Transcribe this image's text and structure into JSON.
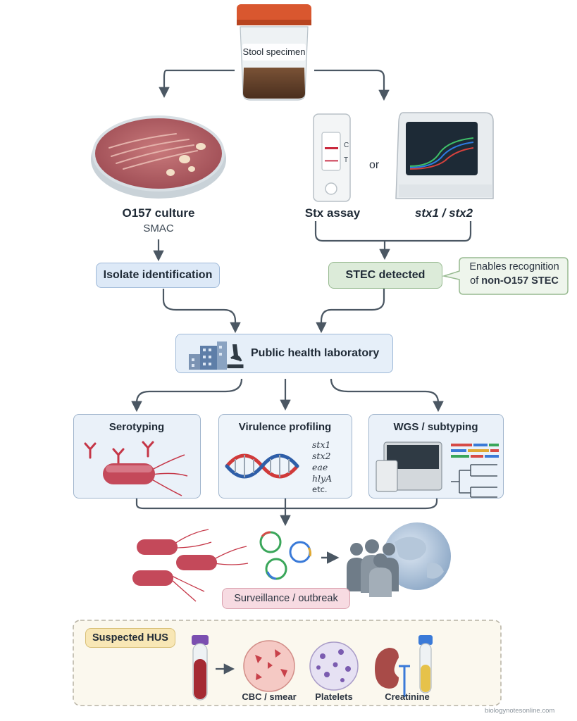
{
  "specimen": {
    "label": "Stool specimen"
  },
  "left_branch": {
    "title": "O157 culture",
    "subtitle": "SMAC",
    "step": "Isolate identification"
  },
  "right_branch": {
    "assay_label": "Stx assay",
    "or_text": "or",
    "pcr_label": "stx1 / stx2",
    "strip_c": "C",
    "strip_t": "T",
    "step": "STEC detected",
    "note_line1": "Enables recognition",
    "note_line2_prefix": "of",
    "note_line2_bold": "non-O157 STEC"
  },
  "lab": {
    "label": "Public health laboratory"
  },
  "tests": {
    "serotyping": "Serotyping",
    "virulence": "Virulence profiling",
    "wgs": "WGS / subtyping",
    "genes": [
      "stx1",
      "stx2",
      "eae",
      "hlyA",
      "etc."
    ]
  },
  "surveillance": {
    "label": "Surveillance / outbreak"
  },
  "hus": {
    "title": "Suspected HUS",
    "cbc": "CBC / smear",
    "platelets": "Platelets",
    "creatinine": "Creatinine"
  },
  "watermark": "biologynotesonline.com",
  "colors": {
    "arrow": "#4b5763",
    "blue_box": "#dde9f7",
    "green_box": "#dcebd9",
    "pink_box": "#f7dbe2",
    "yellow_box": "#f8e7b5",
    "accent_red": "#b83a4e"
  }
}
